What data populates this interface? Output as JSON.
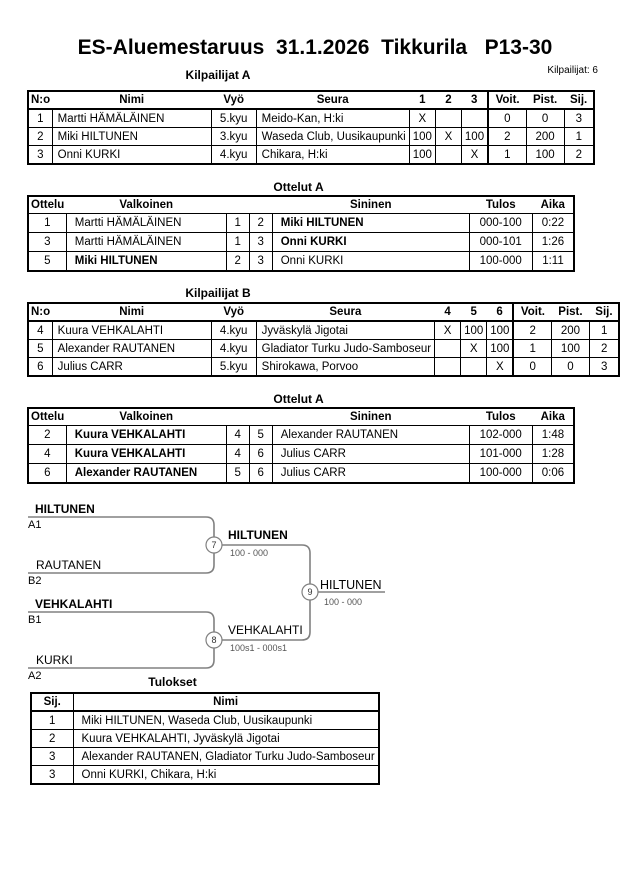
{
  "header": {
    "title": "ES-Aluemestaruus  31.1.2026  Tikkurila   P13-30",
    "competitors_note": "Kilpailijat: 6"
  },
  "colors": {
    "bracket_line": "#808080",
    "score_text": "#555555"
  },
  "pool_a": {
    "title": "Kilpailijat A",
    "headers": {
      "no": "N:o",
      "name": "Nimi",
      "belt": "Vyö",
      "club": "Seura",
      "m1": "1",
      "m2": "2",
      "m3": "3",
      "wins": "Voit.",
      "points": "Pist.",
      "place": "Sij."
    },
    "rows": [
      {
        "no": "1",
        "name": "Martti HÄMÄLÄINEN",
        "belt": "5.kyu",
        "club": "Meido-Kan, H:ki",
        "m1": "X",
        "m2": "",
        "m3": "",
        "wins": "0",
        "points": "0",
        "place": "3"
      },
      {
        "no": "2",
        "name": "Miki HILTUNEN",
        "belt": "3.kyu",
        "club": "Waseda Club, Uusikaupunki",
        "m1": "100",
        "m2": "X",
        "m3": "100",
        "wins": "2",
        "points": "200",
        "place": "1"
      },
      {
        "no": "3",
        "name": "Onni KURKI",
        "belt": "4.kyu",
        "club": "Chikara, H:ki",
        "m1": "100",
        "m2": "",
        "m3": "X",
        "wins": "1",
        "points": "100",
        "place": "2"
      }
    ]
  },
  "matches_a": {
    "title": "Ottelut A",
    "headers": {
      "match": "Ottelu",
      "white": "Valkoinen",
      "blue": "Sininen",
      "result": "Tulos",
      "time": "Aika"
    },
    "rows": [
      {
        "match": "1",
        "white": "Martti HÄMÄLÄINEN",
        "wno": "1",
        "bno": "2",
        "blue": "Miki HILTUNEN",
        "result": "000-100",
        "time": "0:22"
      },
      {
        "match": "3",
        "white": "Martti HÄMÄLÄINEN",
        "wno": "1",
        "bno": "3",
        "blue": "Onni KURKI",
        "result": "000-101",
        "time": "1:26"
      },
      {
        "match": "5",
        "white": "Miki HILTUNEN",
        "wno": "2",
        "bno": "3",
        "blue": "Onni KURKI",
        "result": "100-000",
        "time": "1:11"
      }
    ]
  },
  "pool_b": {
    "title": "Kilpailijat B",
    "headers": {
      "no": "N:o",
      "name": "Nimi",
      "belt": "Vyö",
      "club": "Seura",
      "m1": "4",
      "m2": "5",
      "m3": "6",
      "wins": "Voit.",
      "points": "Pist.",
      "place": "Sij."
    },
    "rows": [
      {
        "no": "4",
        "name": "Kuura VEHKALAHTI",
        "belt": "4.kyu",
        "club": "Jyväskylä Jigotai",
        "m1": "X",
        "m2": "100",
        "m3": "100",
        "wins": "2",
        "points": "200",
        "place": "1"
      },
      {
        "no": "5",
        "name": "Alexander RAUTANEN",
        "belt": "4.kyu",
        "club": "Gladiator Turku Judo-Samboseur",
        "m1": "",
        "m2": "X",
        "m3": "100",
        "wins": "1",
        "points": "100",
        "place": "2"
      },
      {
        "no": "6",
        "name": "Julius CARR",
        "belt": "5.kyu",
        "club": "Shirokawa, Porvoo",
        "m1": "",
        "m2": "",
        "m3": "X",
        "wins": "0",
        "points": "0",
        "place": "3"
      }
    ]
  },
  "matches_b": {
    "title": "Ottelut A",
    "headers": {
      "match": "Ottelu",
      "white": "Valkoinen",
      "blue": "Sininen",
      "result": "Tulos",
      "time": "Aika"
    },
    "rows": [
      {
        "match": "2",
        "white": "Kuura VEHKALAHTI",
        "wno": "4",
        "bno": "5",
        "blue": "Alexander RAUTANEN",
        "result": "102-000",
        "time": "1:48"
      },
      {
        "match": "4",
        "white": "Kuura VEHKALAHTI",
        "wno": "4",
        "bno": "6",
        "blue": "Julius CARR",
        "result": "101-000",
        "time": "1:28"
      },
      {
        "match": "6",
        "white": "Alexander RAUTANEN",
        "wno": "5",
        "bno": "6",
        "blue": "Julius CARR",
        "result": "100-000",
        "time": "0:06"
      }
    ]
  },
  "bracket": {
    "entries": [
      {
        "name": "HILTUNEN",
        "seed": "A1"
      },
      {
        "name": "RAUTANEN",
        "seed": "B2"
      },
      {
        "name": "VEHKALAHTI",
        "seed": "B1"
      },
      {
        "name": "KURKI",
        "seed": "A2"
      }
    ],
    "semifinal_top": {
      "number": "7",
      "winner": "HILTUNEN",
      "score": "100 - 000"
    },
    "semifinal_bottom": {
      "number": "8",
      "winner": "VEHKALAHTI",
      "score": "100s1 - 000s1"
    },
    "final": {
      "number": "9",
      "winner": "HILTUNEN",
      "score": "100 - 000"
    }
  },
  "results": {
    "title": "Tulokset",
    "headers": {
      "place": "Sij.",
      "name": "Nimi"
    },
    "rows": [
      {
        "place": "1",
        "name": "Miki HILTUNEN, Waseda Club, Uusikaupunki"
      },
      {
        "place": "2",
        "name": "Kuura VEHKALAHTI, Jyväskylä Jigotai"
      },
      {
        "place": "3",
        "name": "Alexander RAUTANEN, Gladiator Turku Judo-Samboseur"
      },
      {
        "place": "3",
        "name": "Onni KURKI, Chikara, H:ki"
      }
    ]
  }
}
